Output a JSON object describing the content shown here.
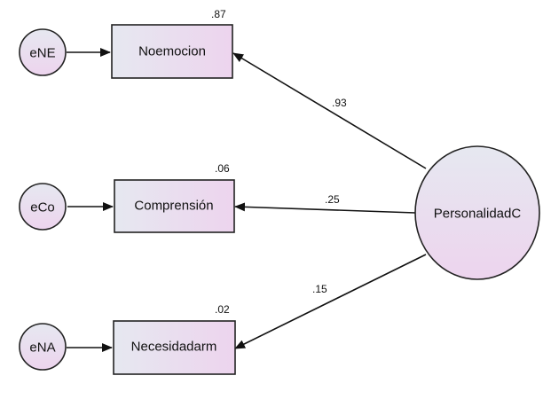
{
  "colors": {
    "fill_top": "#e6e8f0",
    "fill_bottom": "#edd4ee",
    "stroke": "#222222"
  },
  "latent": {
    "label": "PersonalidadC"
  },
  "observed": [
    {
      "label": "Noemocion",
      "r2": ".87",
      "loading": ".93"
    },
    {
      "label": "Comprensión",
      "r2": ".06",
      "loading": ".25"
    },
    {
      "label": "Necesidadarm",
      "r2": ".02",
      "loading": ".15"
    }
  ],
  "errors": [
    {
      "label": "eNE"
    },
    {
      "label": "eCo"
    },
    {
      "label": "eNA"
    }
  ]
}
